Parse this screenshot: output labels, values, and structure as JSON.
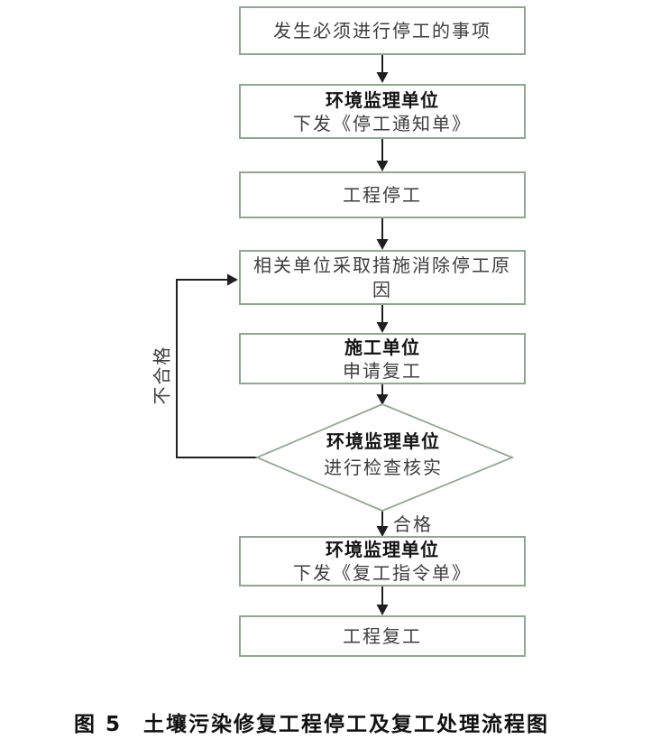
{
  "figure": {
    "label": "图 5",
    "title": "土壤污染修复工程停工及复工处理流程图"
  },
  "colors": {
    "box_border": "#8fa98f",
    "line": "#1f1f1f",
    "text": "#3d3d3d",
    "bold_text": "#141414",
    "background": "#ffffff"
  },
  "nodes": {
    "stop_event": {
      "text": "发生必须进行停工的事项"
    },
    "supervisor_stop_notice": {
      "title": "环境监理单位",
      "text": "下发《停工通知单》"
    },
    "project_stop": {
      "text": "工程停工"
    },
    "eliminate_cause": {
      "text": "相关单位采取措施消除停工原因"
    },
    "contractor_apply": {
      "title": "施工单位",
      "text": "申请复工"
    },
    "supervisor_verify": {
      "title": "环境监理单位",
      "text": "进行检查核实"
    },
    "supervisor_resume_order": {
      "title": "环境监理单位",
      "text": "下发《复工指令单》"
    },
    "project_resume": {
      "text": "工程复工"
    }
  },
  "edge_labels": {
    "pass": "合格",
    "fail": "不合格"
  }
}
